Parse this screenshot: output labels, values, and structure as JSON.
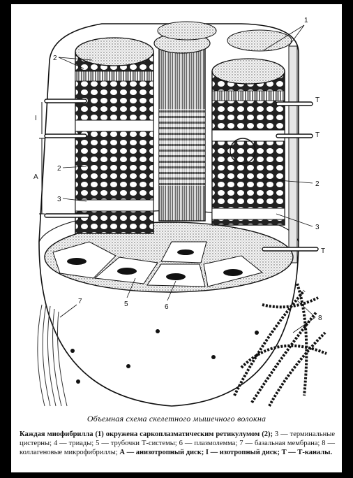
{
  "diagram": {
    "labels": {
      "l1": "1",
      "l2a": "2",
      "l2b": "2",
      "l2c": "2",
      "l3a": "3",
      "l3b": "3",
      "lTa": "T",
      "lTb": "T",
      "lTc": "T",
      "lA": "A",
      "lI": "I",
      "l5": "5",
      "l6": "6",
      "l7": "7",
      "l8": "8"
    }
  },
  "caption": "Объемная схема скелетного мышечного волокна",
  "legend": {
    "lead": "Каждая миофибрилла (1) окружена саркоплазматическим ретикулумом (2);",
    "body": " 3 — терминальные цистерны; 4 — триады; 5 — трубочки Т-системы; 6 — плазмолемма; 7 — базальная мембрана; 8 — коллагеновые микрофибриллы;",
    "tail": " А — анизотропный диск; I — изотропный диск; Т — Т-каналы."
  }
}
